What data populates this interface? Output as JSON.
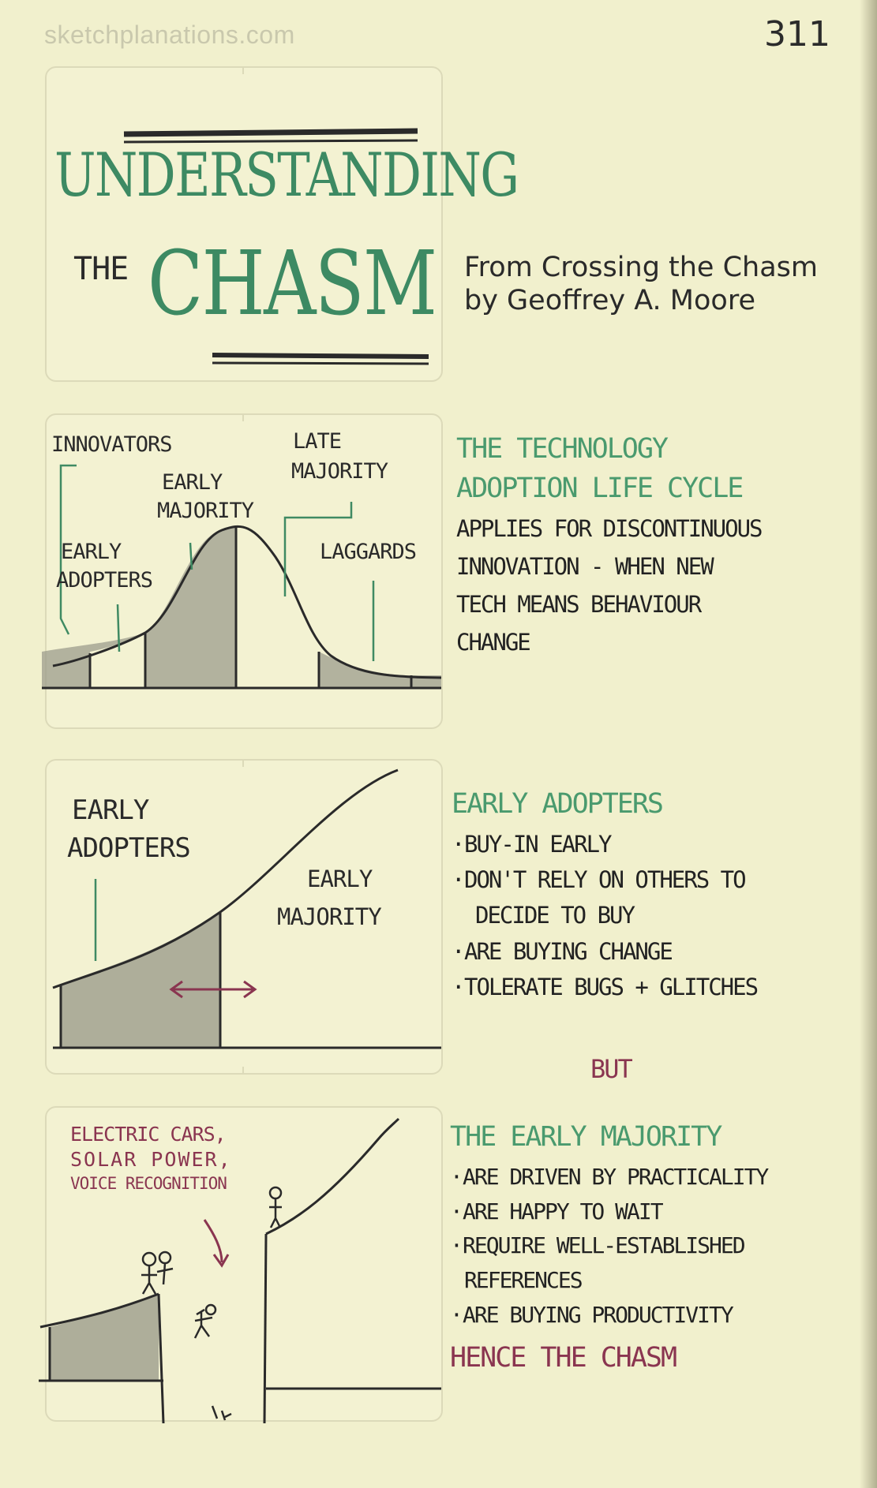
{
  "header": {
    "site": "sketchplanations.com",
    "page_number": "311"
  },
  "title_panel": {
    "title_line1": "UNDERSTANDING",
    "title_the": "THE",
    "title_line2": "CHASM"
  },
  "source": {
    "line1": "From Crossing the Chasm",
    "line2": "by Geoffrey A. Moore"
  },
  "lifecycle_panel": {
    "labels": {
      "innovators": "INNOVATORS",
      "early_adopters_1": "EARLY",
      "early_adopters_2": "ADOPTERS",
      "early_majority_1": "EARLY",
      "early_majority_2": "MAJORITY",
      "late_majority_1": "LATE",
      "late_majority_2": "MAJORITY",
      "laggards": "LAGGARDS"
    }
  },
  "lifecycle_text": {
    "heading_1": "THE TECHNOLOGY",
    "heading_2": "ADOPTION LIFE CYCLE",
    "lines": [
      "APPLIES FOR DISCONTINUOUS",
      "INNOVATION - WHEN NEW",
      "TECH MEANS BEHAVIOUR",
      "CHANGE"
    ]
  },
  "adopters_panel": {
    "early_adopters_1": "EARLY",
    "early_adopters_2": "ADOPTERS",
    "early_majority_1": "EARLY",
    "early_majority_2": "MAJORITY"
  },
  "early_adopters_text": {
    "heading": "EARLY ADOPTERS",
    "bullets": [
      "BUY-IN EARLY",
      "DON'T RELY ON OTHERS TO",
      "DECIDE TO BUY",
      "ARE BUYING CHANGE",
      "TOLERATE BUGS + GLITCHES"
    ],
    "but": "BUT"
  },
  "chasm_panel": {
    "examples_1": "ELECTRIC CARS,",
    "examples_2": "SOLAR POWER,",
    "examples_3": "VOICE RECOGNITION"
  },
  "early_majority_text": {
    "heading": "THE EARLY MAJORITY",
    "bullets": [
      "ARE DRIVEN BY PRACTICALITY",
      "ARE HAPPY TO WAIT",
      "REQUIRE WELL-ESTABLISHED",
      "REFERENCES",
      "ARE BUYING PRODUCTIVITY"
    ],
    "conclusion": "HENCE THE CHASM"
  },
  "colors": {
    "paper": "#f1f0cd",
    "green": "#3f8a63",
    "maroon": "#8a3550",
    "ink": "#2a2a2a",
    "shade": "#9c9c8c"
  }
}
